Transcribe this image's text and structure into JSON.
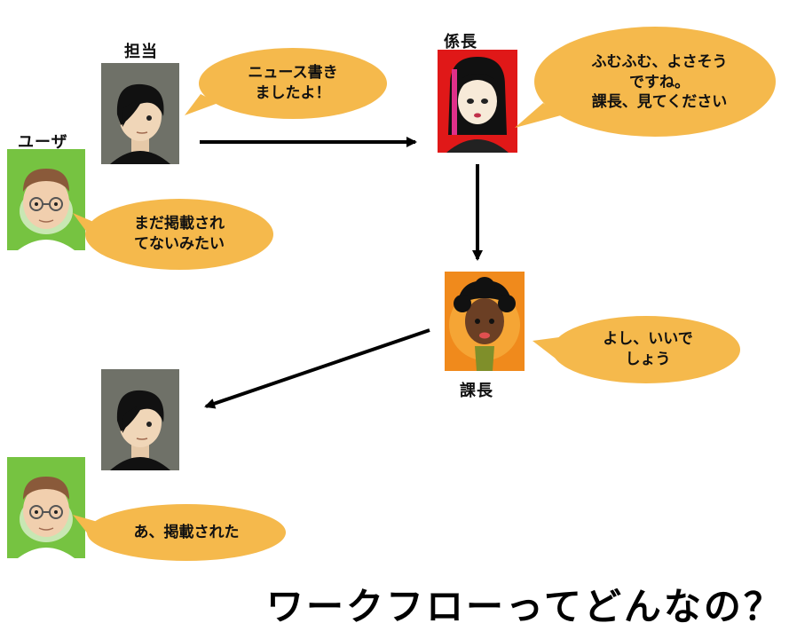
{
  "roles": {
    "tanto": "担当",
    "user": "ユーザ",
    "kakaricho": "係長",
    "kacho": "課長"
  },
  "bubbles": {
    "tanto_1": "ニュース書き\nましたよ！",
    "user_1": "まだ掲載され\nてないみたい",
    "kakaricho": "ふむふむ、よさそう\nですね。\n課長、見てください",
    "kacho": "よし、いいで\nしょう",
    "user_2": "あ、掲載された"
  },
  "footer": {
    "title": "ワークフローってどんなの？"
  },
  "colors": {
    "bubble_fill": "#f5b94c",
    "tanto_bg": "#6f7168",
    "user_bg": "#76c341",
    "kakaricho_bg": "#e01818",
    "kacho_bg": "#f08a1c",
    "arrow": "#000000"
  }
}
